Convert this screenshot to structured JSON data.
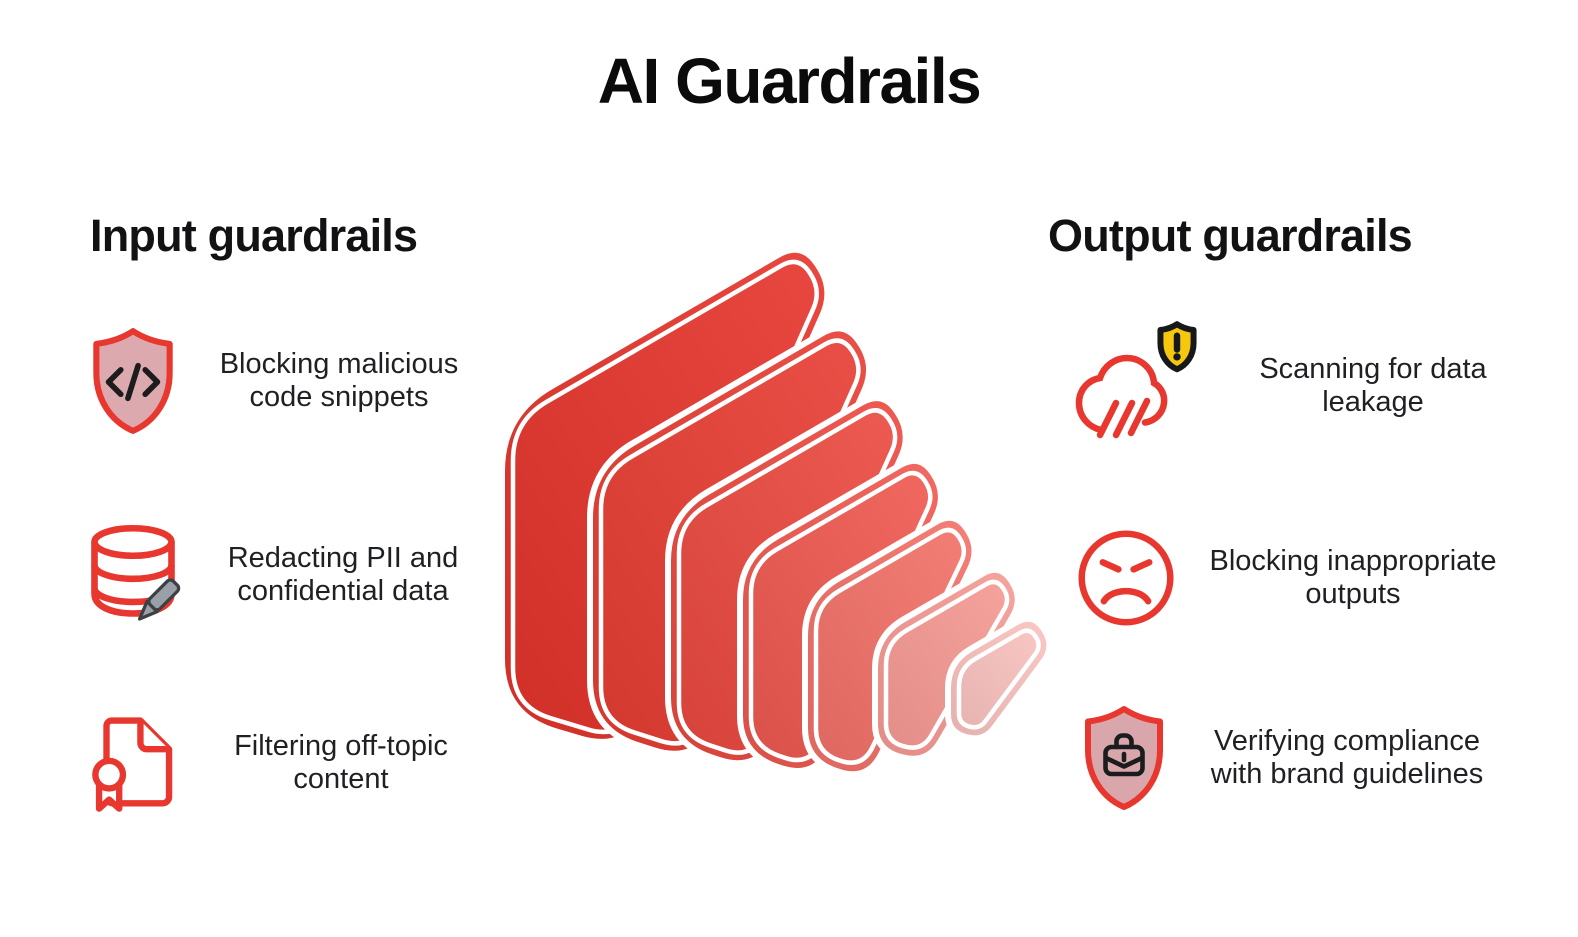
{
  "title": "AI Guardrails",
  "sections": {
    "input": {
      "heading": "Input guardrails",
      "items": [
        {
          "icon": "shield-code-icon",
          "label_lines": [
            "Blocking malicious",
            "code snippets"
          ]
        },
        {
          "icon": "database-pencil-icon",
          "label_lines": [
            "Redacting PII and",
            "confidential data"
          ]
        },
        {
          "icon": "document-certificate-icon",
          "label_lines": [
            "Filtering off-topic",
            "content"
          ]
        }
      ]
    },
    "output": {
      "heading": "Output guardrails",
      "items": [
        {
          "icon": "cloud-leak-warning-icon",
          "label_lines": [
            "Scanning for data",
            "leakage"
          ]
        },
        {
          "icon": "angry-face-icon",
          "label_lines": [
            "Blocking inappropriate",
            "outputs"
          ]
        },
        {
          "icon": "shield-briefcase-icon",
          "label_lines": [
            "Verifying compliance",
            "with brand guidelines"
          ]
        }
      ]
    }
  },
  "funnel": {
    "description": "Tunnel of nested rounded squares receding to the lower right, red fading to pale pink",
    "slab_colors": [
      "#e5342b",
      "#e83d33",
      "#eb493f",
      "#ef584f",
      "#f37168",
      "#f79a93",
      "#fac3bf"
    ],
    "outline_color": "#ffffff"
  },
  "colors": {
    "accent_red": "#e8372e",
    "shield_fill_pink": "#dca9ae",
    "warning_yellow": "#f6c70f",
    "pencil_gray": "#9aa0a8",
    "ink": "#17181a",
    "text": "#1f2023",
    "background": "#ffffff"
  }
}
